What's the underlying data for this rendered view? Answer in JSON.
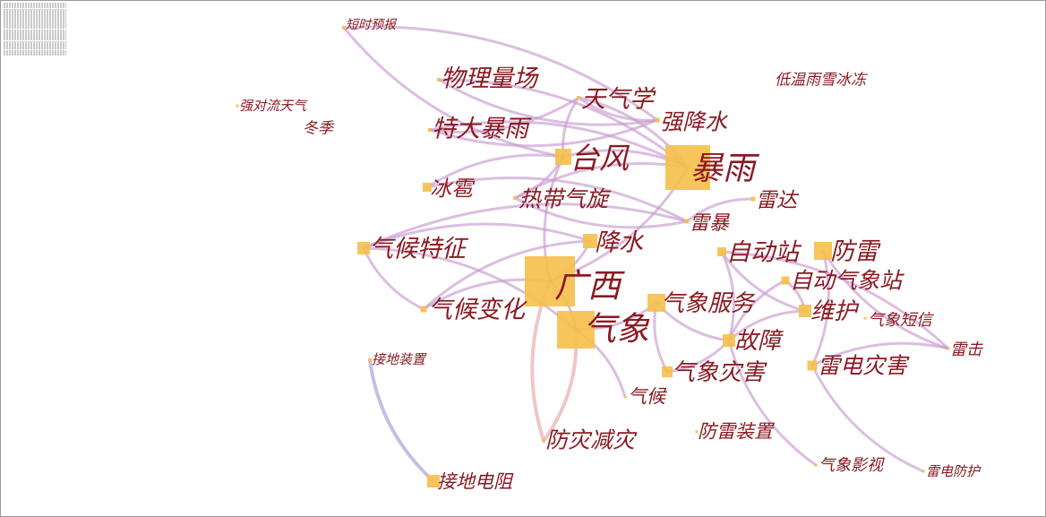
{
  "colors": {
    "node_fill": "#f5c04e",
    "label_color": "#8a1a22",
    "edge_purple": "#c79bd0",
    "edge_pink": "#e8a8a8",
    "edge_violet": "#a99ad8"
  },
  "nodes": [
    {
      "id": "n1",
      "label": "短时预报",
      "weight": 1
    },
    {
      "id": "n2",
      "label": "物理量场",
      "weight": 1
    },
    {
      "id": "n3",
      "label": "天气学",
      "weight": 2
    },
    {
      "id": "n4",
      "label": "低温雨雪冰冻",
      "weight": 0
    },
    {
      "id": "n5",
      "label": "强对流天气",
      "weight": 1
    },
    {
      "id": "n6",
      "label": "强降水",
      "weight": 2
    },
    {
      "id": "n7",
      "label": "冬季",
      "weight": 0
    },
    {
      "id": "n8",
      "label": "特大暴雨",
      "weight": 1
    },
    {
      "id": "n9",
      "label": "台风",
      "weight": 8
    },
    {
      "id": "n10",
      "label": "暴雨",
      "weight": 20
    },
    {
      "id": "n11",
      "label": "冰雹",
      "weight": 4
    },
    {
      "id": "n12",
      "label": "热带气旋",
      "weight": 1
    },
    {
      "id": "n13",
      "label": "雷达",
      "weight": 2
    },
    {
      "id": "n14",
      "label": "雷暴",
      "weight": 2
    },
    {
      "id": "n15",
      "label": "气候特征",
      "weight": 6
    },
    {
      "id": "n16",
      "label": "降水",
      "weight": 7
    },
    {
      "id": "n17",
      "label": "自动站",
      "weight": 3
    },
    {
      "id": "n18",
      "label": "防雷",
      "weight": 8
    },
    {
      "id": "n19",
      "label": "广西",
      "weight": 22
    },
    {
      "id": "n20",
      "label": "自动气象站",
      "weight": 3
    },
    {
      "id": "n21",
      "label": "气候变化",
      "weight": 2
    },
    {
      "id": "n22",
      "label": "气象服务",
      "weight": 8
    },
    {
      "id": "n23",
      "label": "维护",
      "weight": 6
    },
    {
      "id": "n24",
      "label": "气象短信",
      "weight": 1
    },
    {
      "id": "n25",
      "label": "气象",
      "weight": 18
    },
    {
      "id": "n26",
      "label": "故障",
      "weight": 6
    },
    {
      "id": "n27",
      "label": "雷击",
      "weight": 1
    },
    {
      "id": "n28",
      "label": "接地装置",
      "weight": 1
    },
    {
      "id": "n29",
      "label": "气象灾害",
      "weight": 5
    },
    {
      "id": "n30",
      "label": "雷电灾害",
      "weight": 4
    },
    {
      "id": "n31",
      "label": "气候",
      "weight": 1
    },
    {
      "id": "n32",
      "label": "防雷装置",
      "weight": 1
    },
    {
      "id": "n33",
      "label": "防灾减灾",
      "weight": 1
    },
    {
      "id": "n34",
      "label": "接地电阻",
      "weight": 6
    },
    {
      "id": "n35",
      "label": "气象影视",
      "weight": 1
    },
    {
      "id": "n36",
      "label": "雷电防护",
      "weight": 1
    }
  ],
  "edges": [
    {
      "from": "n1",
      "to": "n6",
      "c": "purple"
    },
    {
      "from": "n1",
      "to": "n9",
      "c": "purple"
    },
    {
      "from": "n2",
      "to": "n10",
      "c": "purple"
    },
    {
      "from": "n2",
      "to": "n6",
      "c": "purple"
    },
    {
      "from": "n3",
      "to": "n10",
      "c": "purple"
    },
    {
      "from": "n3",
      "to": "n6",
      "c": "purple"
    },
    {
      "from": "n3",
      "to": "n8",
      "c": "purple"
    },
    {
      "from": "n3",
      "to": "n9",
      "c": "purple"
    },
    {
      "from": "n8",
      "to": "n10",
      "c": "purple"
    },
    {
      "from": "n8",
      "to": "n6",
      "c": "purple"
    },
    {
      "from": "n9",
      "to": "n10",
      "c": "purple"
    },
    {
      "from": "n9",
      "to": "n11",
      "c": "purple"
    },
    {
      "from": "n9",
      "to": "n12",
      "c": "purple"
    },
    {
      "from": "n9",
      "to": "n19",
      "c": "purple"
    },
    {
      "from": "n10",
      "to": "n19",
      "c": "purple"
    },
    {
      "from": "n10",
      "to": "n12",
      "c": "purple"
    },
    {
      "from": "n11",
      "to": "n14",
      "c": "purple"
    },
    {
      "from": "n12",
      "to": "n14",
      "c": "purple"
    },
    {
      "from": "n14",
      "to": "n13",
      "c": "purple"
    },
    {
      "from": "n14",
      "to": "n15",
      "c": "purple"
    },
    {
      "from": "n15",
      "to": "n16",
      "c": "purple"
    },
    {
      "from": "n15",
      "to": "n21",
      "c": "purple"
    },
    {
      "from": "n15",
      "to": "n25",
      "c": "purple"
    },
    {
      "from": "n16",
      "to": "n21",
      "c": "purple"
    },
    {
      "from": "n16",
      "to": "n19",
      "c": "purple"
    },
    {
      "from": "n19",
      "to": "n21",
      "c": "purple"
    },
    {
      "from": "n19",
      "to": "n25",
      "c": "purple"
    },
    {
      "from": "n19",
      "to": "n33",
      "c": "pink"
    },
    {
      "from": "n25",
      "to": "n33",
      "c": "pink"
    },
    {
      "from": "n25",
      "to": "n22",
      "c": "purple"
    },
    {
      "from": "n25",
      "to": "n31",
      "c": "purple"
    },
    {
      "from": "n22",
      "to": "n26",
      "c": "purple"
    },
    {
      "from": "n17",
      "to": "n26",
      "c": "purple"
    },
    {
      "from": "n17",
      "to": "n23",
      "c": "purple"
    },
    {
      "from": "n17",
      "to": "n27",
      "c": "purple"
    },
    {
      "from": "n20",
      "to": "n26",
      "c": "purple"
    },
    {
      "from": "n20",
      "to": "n23",
      "c": "purple"
    },
    {
      "from": "n23",
      "to": "n26",
      "c": "purple"
    },
    {
      "from": "n18",
      "to": "n30",
      "c": "purple"
    },
    {
      "from": "n18",
      "to": "n27",
      "c": "purple"
    },
    {
      "from": "n26",
      "to": "n29",
      "c": "purple"
    },
    {
      "from": "n26",
      "to": "n35",
      "c": "purple"
    },
    {
      "from": "n29",
      "to": "n22",
      "c": "purple"
    },
    {
      "from": "n30",
      "to": "n36",
      "c": "purple"
    },
    {
      "from": "n30",
      "to": "n27",
      "c": "purple"
    },
    {
      "from": "n28",
      "to": "n34",
      "c": "violet"
    }
  ]
}
